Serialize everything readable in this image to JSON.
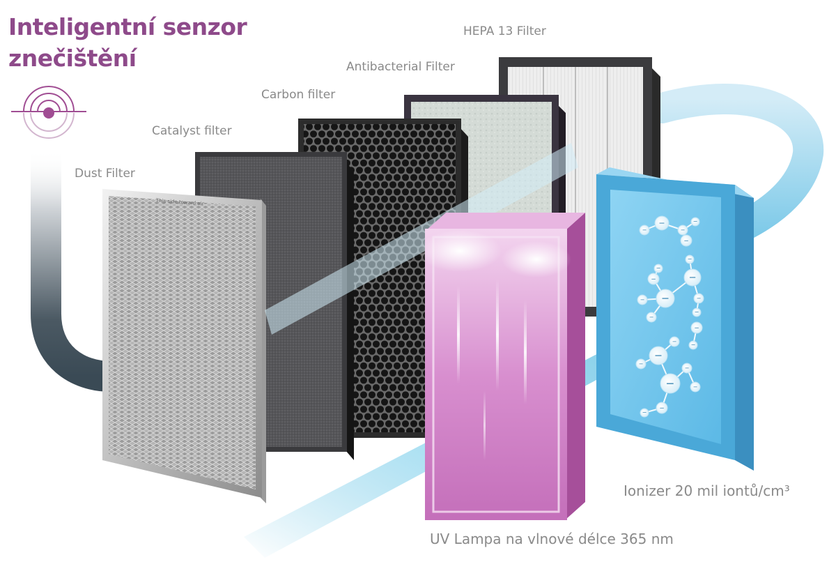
{
  "title": {
    "line1": "Inteligentní senzor",
    "line2": "znečištění"
  },
  "labels": {
    "hepa": "HEPA 13 Filter",
    "antibacterial": "Antibacterial Filter",
    "carbon": "Carbon filter",
    "catalyst": "Catalyst filter",
    "dust": "Dust Filter",
    "ionizer": "Ionizer 20 mil iontů/cm³",
    "uv": "UV Lampa na vlnové délce 365 nm"
  },
  "dust_filter_print": "This side toward air",
  "ion_symbol": "−",
  "icons": {
    "sensor": "sensor-waves-icon"
  },
  "colors": {
    "title": "#8e4a8a",
    "label": "#8a8a8a",
    "airflow_in": "#3a4a55",
    "airflow_clean": "#5bbde0",
    "ionizer": "#55b2df",
    "uv": "#cf7ac4"
  }
}
